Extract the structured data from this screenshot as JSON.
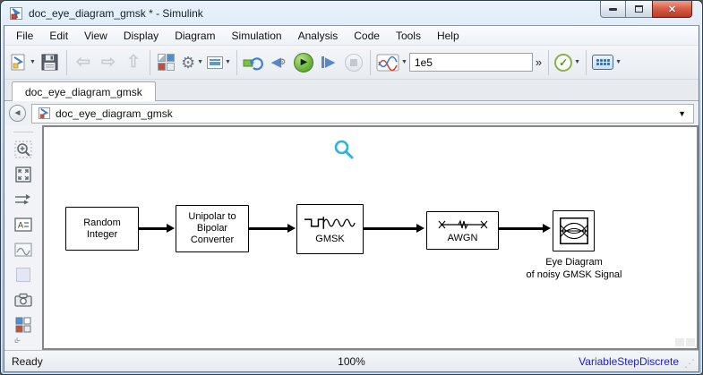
{
  "window": {
    "title": "doc_eye_diagram_gmsk * - Simulink",
    "close_glyph": "✕"
  },
  "menu": {
    "items": [
      {
        "label": "File"
      },
      {
        "label": "Edit"
      },
      {
        "label": "View"
      },
      {
        "label": "Display"
      },
      {
        "label": "Diagram"
      },
      {
        "label": "Simulation"
      },
      {
        "label": "Analysis"
      },
      {
        "label": "Code"
      },
      {
        "label": "Tools"
      },
      {
        "label": "Help"
      }
    ]
  },
  "toolbar": {
    "icons": [
      "new-model",
      "save",
      "back",
      "forward",
      "up",
      "library-browser",
      "model-settings-gear",
      "model-configuration",
      "update-diagram",
      "step-back",
      "run",
      "step-forward",
      "stop",
      "simulation-display",
      "overflow-chevron",
      "validate-check",
      "simulation-pacing"
    ],
    "back_glyph": "⇦",
    "forward_glyph": "⇨",
    "up_glyph": "⇧",
    "run_glyph": "▶",
    "step_back_glyph": "◀",
    "step_forward_glyph": "▶",
    "sim_stop_time": {
      "value": "1e5",
      "placeholder": ""
    },
    "overflow_label": "»",
    "check_glyph": "✓"
  },
  "tabs": [
    {
      "label": "doc_eye_diagram_gmsk"
    }
  ],
  "breadcrumb": {
    "back_glyph": "◄",
    "model": "doc_eye_diagram_gmsk",
    "caret": "▼"
  },
  "palette": {
    "icons": [
      "zoom-region",
      "fit-to-view",
      "signal-arrows",
      "annotation",
      "curve-image",
      "area-box",
      "camera",
      "library-blocks",
      "collapse-chevron"
    ],
    "collapse_glyph": "«"
  },
  "canvas": {
    "search_icon": "search-zoom-indicator",
    "blocks": [
      {
        "name": "Random Integer",
        "label": "Random\nInteger"
      },
      {
        "name": "Unipolar to Bipolar Converter",
        "label": "Unipolar to\nBipolar\nConverter"
      },
      {
        "name": "GMSK",
        "label": "GMSK",
        "icon": "modulator-wave"
      },
      {
        "name": "AWGN",
        "label": "AWGN",
        "icon": "noise-channel"
      },
      {
        "name": "Eye Diagram",
        "icon": "eye-diagram-scope",
        "caption": "Eye Diagram\nof noisy GMSK Signal"
      }
    ]
  },
  "status": {
    "left": "Ready",
    "zoom": "100%",
    "solver": "VariableStepDiscrete"
  },
  "colors": {
    "search_accent": "#2bb3e8",
    "run_green": "#6db33f",
    "close_red": "#d8604a",
    "solver_blue": "#1d1dc8",
    "frame_blue": "#bcd2e8"
  }
}
